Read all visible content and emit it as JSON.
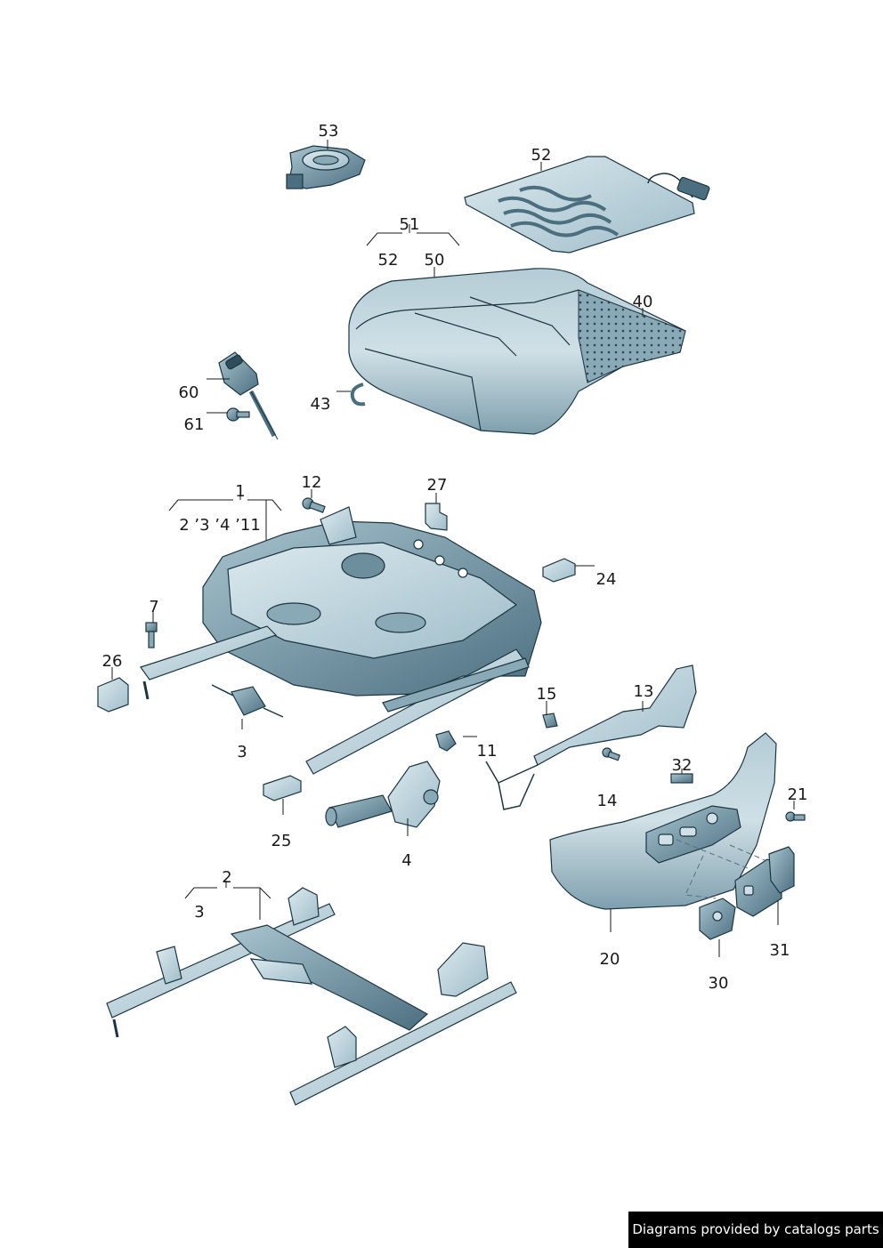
{
  "colors": {
    "part_light": "#cfe0e6",
    "part_mid": "#9fbdca",
    "part_dark": "#4c6f80",
    "outline": "#1c3640",
    "credit_bg": "#000000",
    "credit_text": "#ffffff"
  },
  "callouts": {
    "c53": "53",
    "c52a": "52",
    "c51": "51",
    "c52b": "52",
    "c50": "50",
    "c40": "40",
    "c60": "60",
    "c43": "43",
    "c61": "61",
    "c1": "1",
    "c12": "12",
    "c27": "27",
    "c1_sub": "2 ’3 ’4 ’11",
    "c24": "24",
    "c7": "7",
    "c26": "26",
    "c15": "15",
    "c13": "13",
    "c3a": "3",
    "c11": "11",
    "c14": "14",
    "c32": "32",
    "c21": "21",
    "c25": "25",
    "c4": "4",
    "c2": "2",
    "c3b": "3",
    "c20": "20",
    "c31": "31",
    "c30": "30"
  },
  "credit": "Diagrams provided by catalogs parts"
}
